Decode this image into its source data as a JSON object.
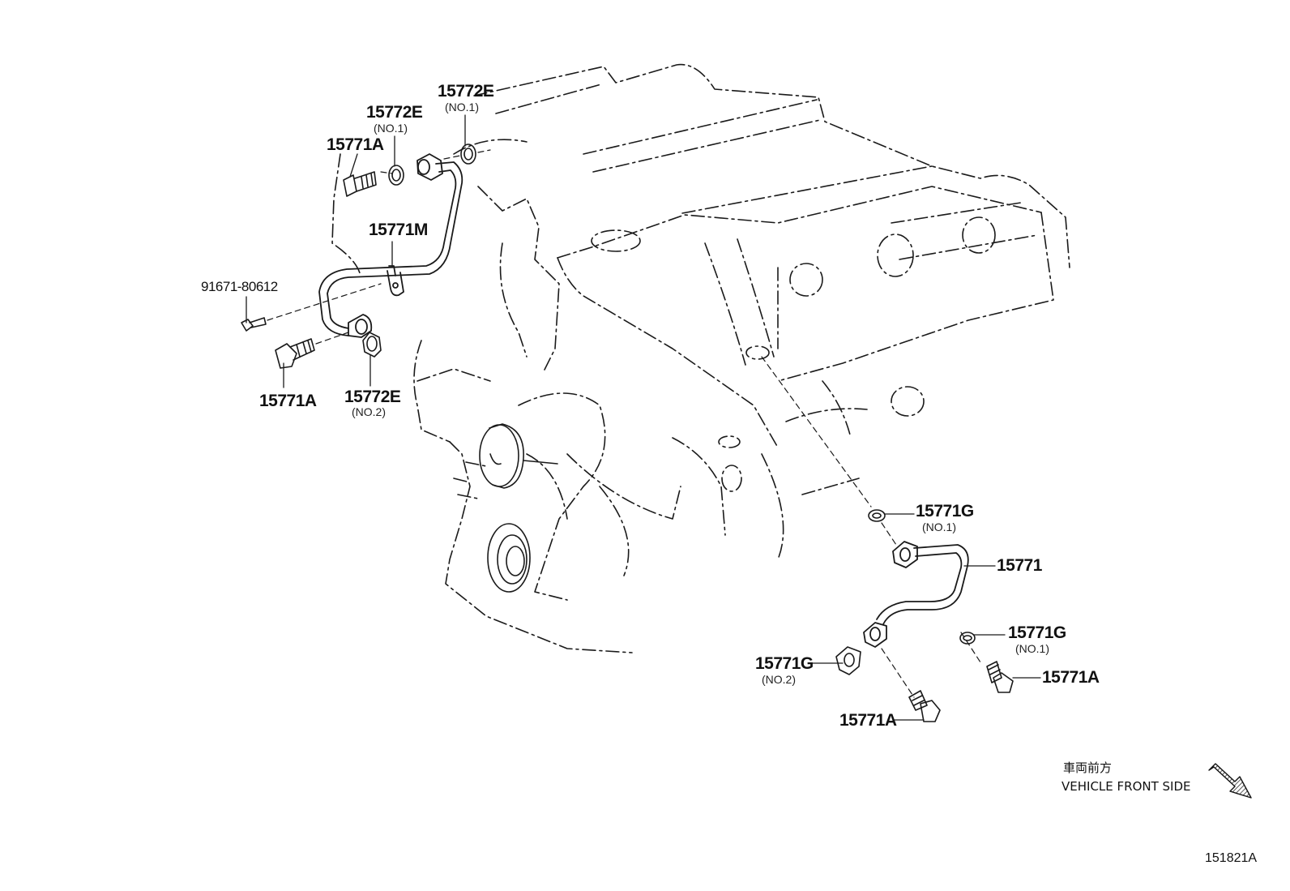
{
  "labels": {
    "p01": "15772E",
    "p01_sub": "(NO.1)",
    "p02": "15772E",
    "p02_sub": "(NO.1)",
    "p03": "15771A",
    "p04": "15771M",
    "p05": "91671-80612",
    "p06": "15771A",
    "p07": "15772E",
    "p07_sub": "(NO.2)",
    "p08": "15771G",
    "p08_sub": "(NO.1)",
    "p09": "15771",
    "p10": "15771G",
    "p10_sub": "(NO.1)",
    "p11": "15771A",
    "p12": "15771G",
    "p12_sub": "(NO.2)",
    "p13": "15771A"
  },
  "direction": {
    "japanese": "車両前方",
    "english": "VEHICLE FRONT SIDE",
    "arrow_icon": "front-direction-arrow-icon"
  },
  "figure_number": "151821A",
  "colors": {
    "line": "#1a1a1a",
    "background": "#ffffff"
  }
}
